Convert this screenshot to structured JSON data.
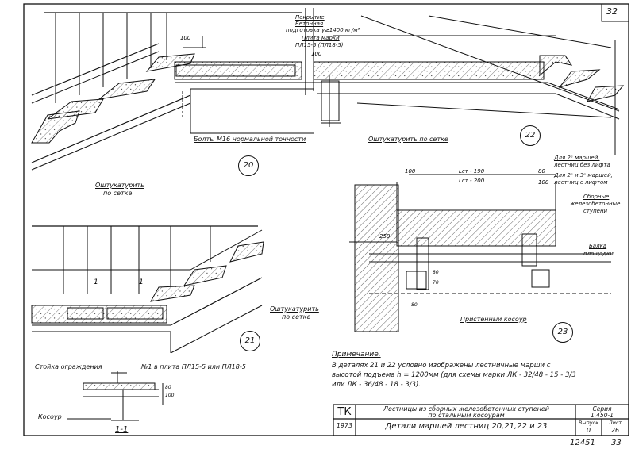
{
  "sheet_number": "32",
  "detail_20": {
    "number": "20",
    "bolts_label": "Болты М16 нормальной точности",
    "plaster_label_line1": "Оштукатурить",
    "plaster_label_line2": "по сетке",
    "dim_100": "100"
  },
  "detail_22": {
    "number": "22",
    "layers_line1": "Покрытие",
    "layers_line2": "Бетонная",
    "layers_line3": "подготовка γ≥1400 кг/м³",
    "layers_line4": "Плита марки",
    "layers_line5": "ПЛ15-5 (ПЛ18-5)",
    "plaster_label": "Оштукатурить по сетке",
    "dim_100": "100"
  },
  "detail_21": {
    "number": "21",
    "section_mark": "1",
    "plaster_label_line1": "Оштукатурить",
    "plaster_label_line2": "по сетке"
  },
  "detail_23": {
    "number": "23",
    "dims": {
      "d100": "100",
      "lst190": "Lст - 190",
      "lst200": "Lст - 200",
      "d80": "80",
      "d100b": "100",
      "d250": "250",
      "d80v": "80",
      "d70": "70",
      "d80h": "80"
    },
    "note_2_line1": "Для 2ᵉ маршей,",
    "note_2_line2": "лестниц без лифта",
    "note_23_line1": "Для 2ᵉ и 3ᵉ маршей,",
    "note_23_line2": "лестниц с лифтом",
    "steps_line1": "Сборные",
    "steps_line2": "железобетонные",
    "steps_line3": "ступени",
    "beam_line1": "Балка",
    "beam_line2": "площадки",
    "stringer_label": "Пристенный косоур"
  },
  "section_1_1": {
    "title": "1-1",
    "railing_label": "Стойка ограждения",
    "slab_label": "№1 в плита ПЛ15-5 или ПЛ18-5",
    "stringer_label": "Косоур",
    "dim_80": "80",
    "dim_100": "100"
  },
  "note": {
    "title": "Примечание.",
    "line1": "В деталях 21 и 22 условно изображены лестничные марши с",
    "line2": "высотой подъема h = 1200мм (для схемы марки ЛК - 32/48 - 15 - 3/3",
    "line3": "или ЛК - 36/48 - 18 - 3/3)."
  },
  "title_block": {
    "code": "ТК",
    "year": "1973",
    "description_line1": "Лестницы из сборных железобетонных ступеней",
    "description_line2": "по стальным косоурам",
    "title": "Детали маршей лестниц 20,21,22 и 23",
    "series_label": "Серия",
    "series_value": "1.450-1",
    "issue_label": "Выпуск",
    "issue_value": "0",
    "sheet_label": "Лист",
    "sheet_value": "26"
  },
  "footer": {
    "inventory_number": "12451",
    "page_number": "33"
  }
}
